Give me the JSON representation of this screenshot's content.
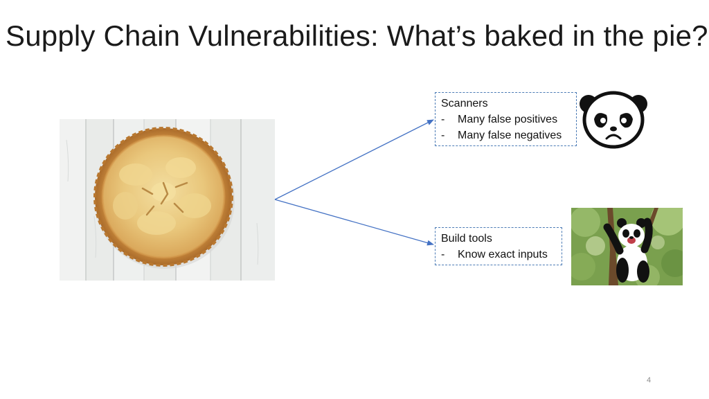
{
  "slide": {
    "title": "Supply Chain Vulnerabilities: What’s baked in the pie?",
    "page_number": "4"
  },
  "scanners_box": {
    "heading": "Scanners",
    "items": [
      {
        "dash": "-",
        "text": "Many false positives"
      },
      {
        "dash": "-",
        "text": "Many false negatives"
      }
    ]
  },
  "build_box": {
    "heading": "Build tools",
    "items": [
      {
        "dash": "-",
        "text": "Know exact inputs"
      }
    ]
  },
  "images": {
    "pie": "pie-photo",
    "sad_panda": "sad-panda-icon",
    "happy_panda": "happy-panda-photo"
  },
  "colors": {
    "arrow": "#4472c4",
    "box_border": "#4a7ab5",
    "title": "#1a1a1a"
  }
}
